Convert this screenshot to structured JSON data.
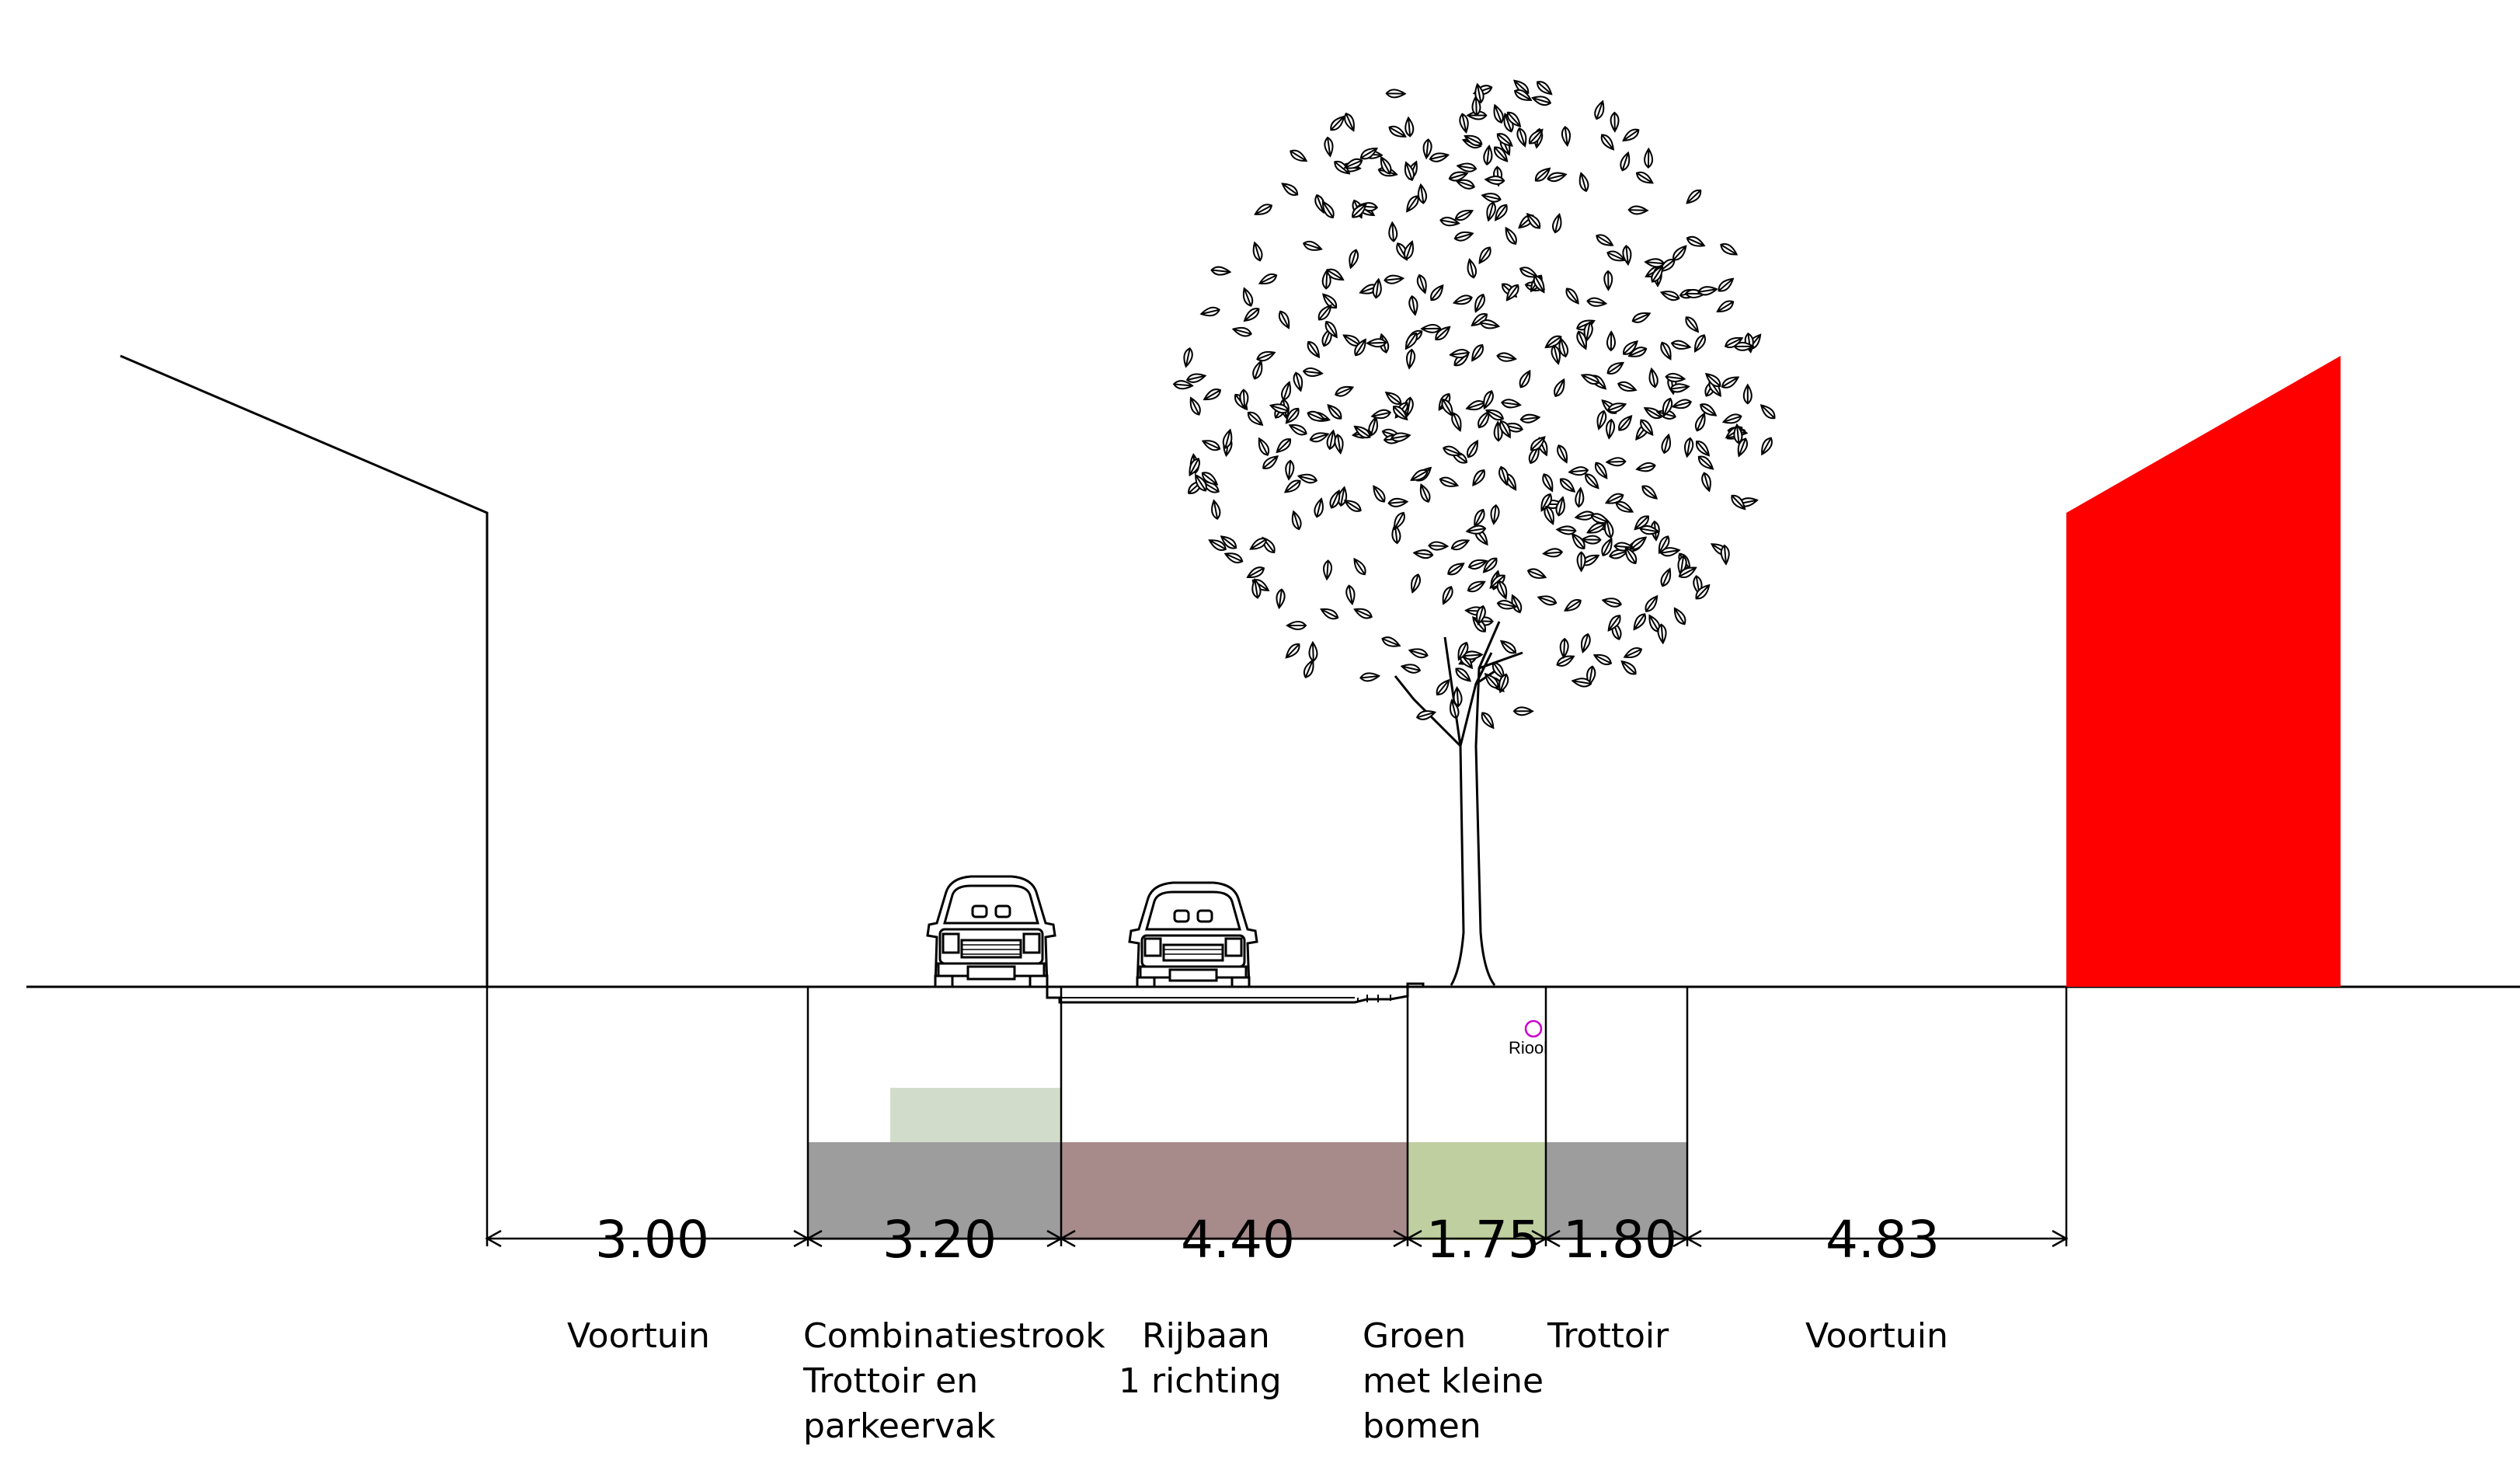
{
  "colors": {
    "building_right": "#ff0000",
    "zone_grey": "#9d9d9d",
    "zone_parking_light": "#d2dcca",
    "zone_road": "#a78a8a",
    "zone_green": "#bfcf9f",
    "riool_marker": "#cc00cc"
  },
  "sections": [
    {
      "id": "voortuin-left",
      "width": "3.00",
      "label_lines": [
        "Voortuin"
      ]
    },
    {
      "id": "combinatiestrook",
      "width": "3.20",
      "label_lines": [
        "Combinatiestrook",
        "Trottoir en",
        "parkeervak"
      ]
    },
    {
      "id": "rijbaan",
      "width": "4.40",
      "label_lines": [
        "Rijbaan",
        "1 richting"
      ]
    },
    {
      "id": "groen",
      "width": "1.75",
      "label_lines": [
        "Groen",
        "met kleine",
        "bomen"
      ]
    },
    {
      "id": "trottoir",
      "width": "1.80",
      "label_lines": [
        "Trottoir"
      ]
    },
    {
      "id": "voortuin-right",
      "width": "4.83",
      "label_lines": [
        "Voortuin"
      ]
    }
  ],
  "riool_label": "Riool",
  "icons": [
    "car-icon",
    "car-icon",
    "tree-icon"
  ]
}
